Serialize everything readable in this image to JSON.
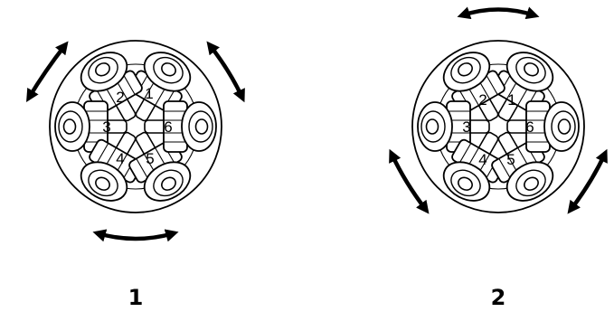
{
  "colors": {
    "line": "#000000",
    "fill": "#ffffff",
    "arrow": "#000000"
  },
  "valves": [
    {
      "caption": "1",
      "ports": [
        "1",
        "2",
        "3",
        "4",
        "5",
        "6"
      ],
      "connections": [
        [
          "2",
          "3"
        ],
        [
          "1",
          "6"
        ],
        [
          "4",
          "5"
        ]
      ]
    },
    {
      "caption": "2",
      "ports": [
        "1",
        "2",
        "3",
        "4",
        "5",
        "6"
      ],
      "connections": [
        [
          "1",
          "2"
        ],
        [
          "3",
          "4"
        ],
        [
          "5",
          "6"
        ]
      ]
    }
  ]
}
